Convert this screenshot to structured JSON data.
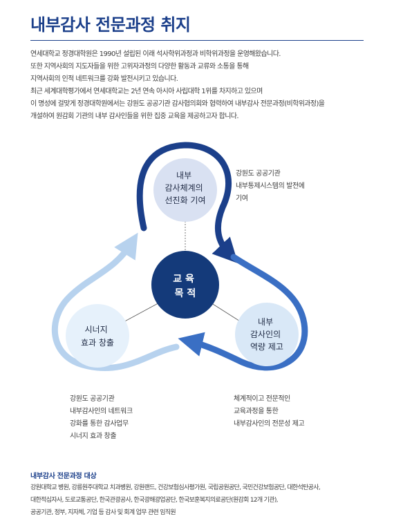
{
  "title": "내부감사 전문과정 취지",
  "intro_lines": [
    "연세대학교 정경대학원은 1990년 설립된 이래 석사학위과정과 비학위과정을 운영해왔습니다.",
    "또한 지역사회의 지도자들을 위한 고위자과정의 다양한 활동과 교류와 소통을 통해",
    "지역사회의 인적 네트워크를 강화 발전시키고 있습니다.",
    "최근 세계대학평가에서 연세대학교는 2년 연속 아시아 사립대학 1위를 차지하고 있으며",
    "이 명성에 걸맞게 정경대학원에서는 강원도 공공기관 감사협의회와 협력하여 내부감사 전문과정(비학위과정)을",
    "개설하여 원감회 기관의 내부 감사인들을 위한 집중 교육을 제공하고자 합니다."
  ],
  "diagram": {
    "center": [
      "교 육",
      "목 적"
    ],
    "top": [
      "내부",
      "감사체계의",
      "선진화 기여"
    ],
    "right": [
      "내부",
      "감사인의",
      "역량 제고"
    ],
    "left": [
      "시너지",
      "효과 창출"
    ],
    "colors": {
      "dark": "#1b3f8a",
      "mid": "#3a6fc4",
      "light": "#b7d2ee",
      "circle_top": "#d9e1f2",
      "circle_right": "#d9e8f7",
      "circle_left": "#e6f1fb",
      "center": "#143a7a"
    }
  },
  "notes": {
    "top": [
      "강원도 공공기관",
      "내부통제시스템의 발전에",
      "기여"
    ],
    "left": [
      "강원도 공공기관",
      "내부감사인의 네트워크",
      "강화를 통한 감사업무",
      "시너지 효과 창출"
    ],
    "right": [
      "체계적이고 전문적인",
      "교육과정을 통한",
      "내부감사인의 전문성 제고"
    ]
  },
  "target": {
    "title": "내부감사 전문과정 대상",
    "lines": [
      "강원대학교 병원, 강릉원주대학교 치과병원, 강원랜드, 건강보험심사평가원, 국립공원공단, 국민건강보험공단, 대한석탄공사,",
      "대한적십자사, 도로교통공단, 한국관광공사, 한국광해광업공단, 한국보훈복지의료공단(원감회 12개 기관),",
      "공공기관, 정부, 지자체, 기업 등 감사 및 회계 업무 관련 임직원"
    ]
  }
}
